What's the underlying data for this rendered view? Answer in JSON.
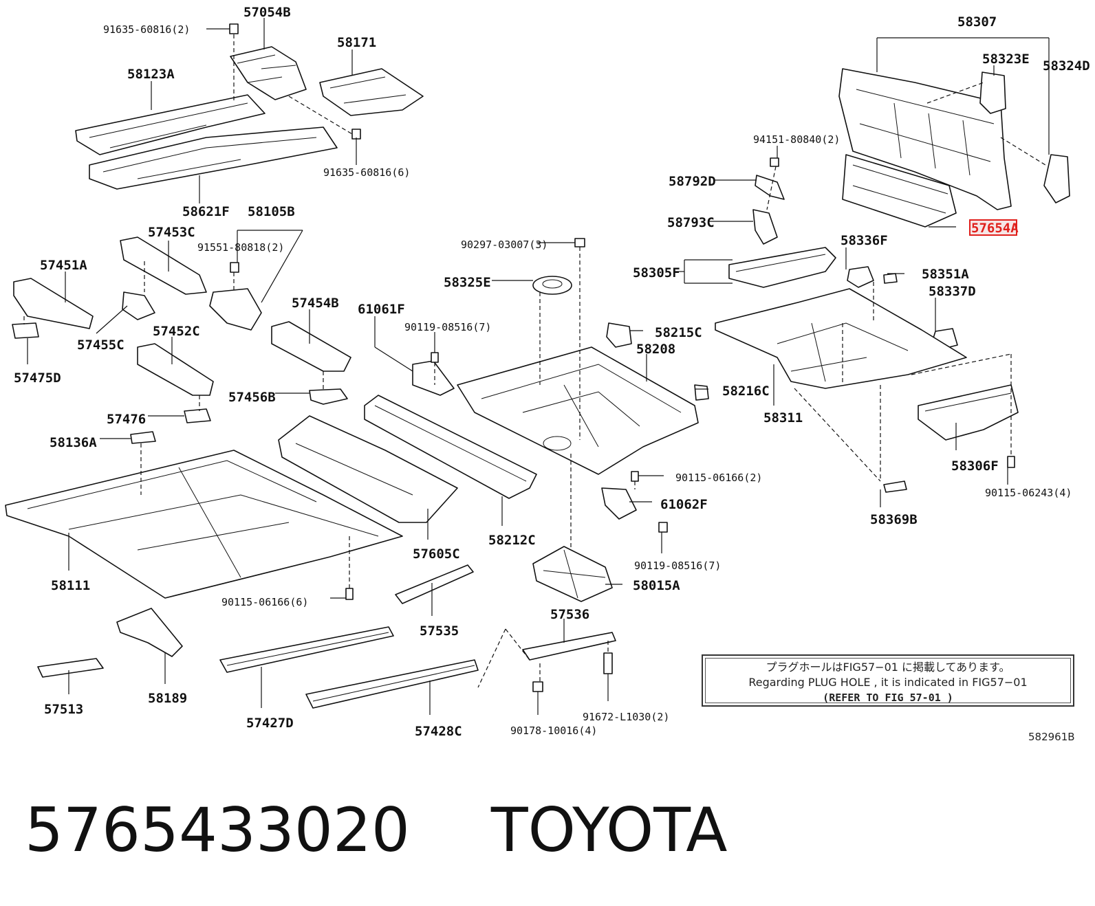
{
  "diagram": {
    "labels": {
      "p57054B": "57054B",
      "p91635_60816_2": "91635-60816(2)",
      "p58171": "58171",
      "p58123A": "58123A",
      "p91635_60816_6": "91635-60816(6)",
      "p58621F": "58621F",
      "p58307": "58307",
      "p58323E": "58323E",
      "p58324D": "58324D",
      "p94151_80840_2": "94151-80840(2)",
      "p58792D": "58792D",
      "p58793C": "58793C",
      "p57654A": "57654A",
      "p58105B": "58105B",
      "p57453C": "57453C",
      "p91551_80818_2": "91551-80818(2)",
      "p57451A": "57451A",
      "p57455C": "57455C",
      "p57475D": "57475D",
      "p57452C": "57452C",
      "p57454B": "57454B",
      "p57456B": "57456B",
      "p57476": "57476",
      "p58136A": "58136A",
      "p90297_03007_3": "90297-03007(3)",
      "p58325E": "58325E",
      "p61061F": "61061F",
      "p90119_08516_7a": "90119-08516(7)",
      "p58336F": "58336F",
      "p58305F": "58305F",
      "p58351A": "58351A",
      "p58337D": "58337D",
      "p58215C": "58215C",
      "p58208": "58208",
      "p58216C": "58216C",
      "p58311": "58311",
      "p58306F": "58306F",
      "p90115_06166_2": "90115-06166(2)",
      "p61062F": "61062F",
      "p90115_06243_4": "90115-06243(4)",
      "p58369B": "58369B",
      "p90119_08516_7b": "90119-08516(7)",
      "p58015A": "58015A",
      "p58111": "58111",
      "p57605C": "57605C",
      "p58212C": "58212C",
      "p90115_06166_6": "90115-06166(6)",
      "p57535": "57535",
      "p57536": "57536",
      "p58189": "58189",
      "p57513": "57513",
      "p57427D": "57427D",
      "p57428C": "57428C",
      "p90178_10016_4": "90178-10016(4)",
      "p91672_L1030_2": "91672-L1030(2)"
    },
    "highlighted_part": "57654A",
    "highlight_color": "#e0201c",
    "note": {
      "line1": "プラグホールはFIG57−01 に掲載してあります。",
      "line2": "Regarding PLUG HOLE , it is indicated in FIG57−01",
      "line3": "(REFER TO FIG 57-01 )"
    },
    "figure_code": "582961B"
  },
  "caption": {
    "part_number": "5765433020",
    "brand": "TOYOTA"
  }
}
